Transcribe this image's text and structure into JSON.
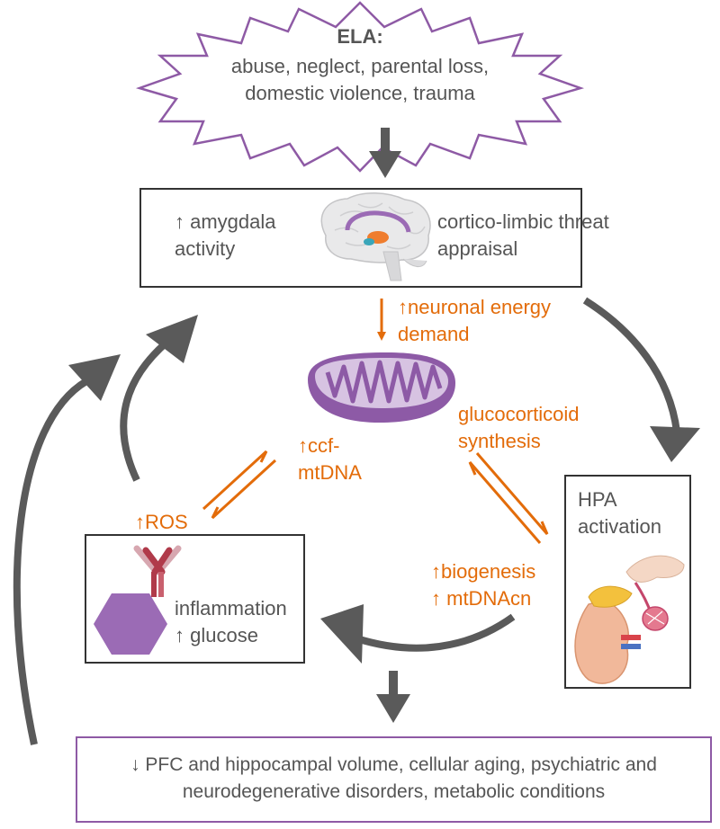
{
  "ela": {
    "title": "ELA:",
    "line1": "abuse, neglect, parental loss,",
    "line2": "domestic violence, trauma"
  },
  "threat_box": {
    "left_line1": "↑ amygdala",
    "left_line2": "activity",
    "right_line1": "cortico-limbic threat",
    "right_line2": "appraisal"
  },
  "neuronal": {
    "line1": "↑neuronal energy",
    "line2": "demand"
  },
  "glucocorticoid": {
    "line1": "glucocorticoid",
    "line2": "synthesis"
  },
  "ccf": {
    "line1": "↑ccf-",
    "line2": "mtDNA"
  },
  "ros": {
    "label": "↑ROS"
  },
  "hpa_box": {
    "line1": "HPA",
    "line2": "activation"
  },
  "biogenesis": {
    "line1": "↑biogenesis",
    "line2": "↑ mtDNAcn"
  },
  "inflammation_box": {
    "line1": "inflammation",
    "line2": "↑ glucose"
  },
  "outcome_box": {
    "line1": "↓ PFC and hippocampal volume, cellular aging, psychiatric and",
    "line2": "neurodegenerative disorders, metabolic conditions"
  },
  "colors": {
    "text_grey": "#555555",
    "accent_orange": "#e36c0a",
    "outline_purple": "#8e5aa5",
    "mitochondria_purple": "#9b6bb5",
    "arrow_grey": "#5a5a5a",
    "box_border": "#333333"
  }
}
